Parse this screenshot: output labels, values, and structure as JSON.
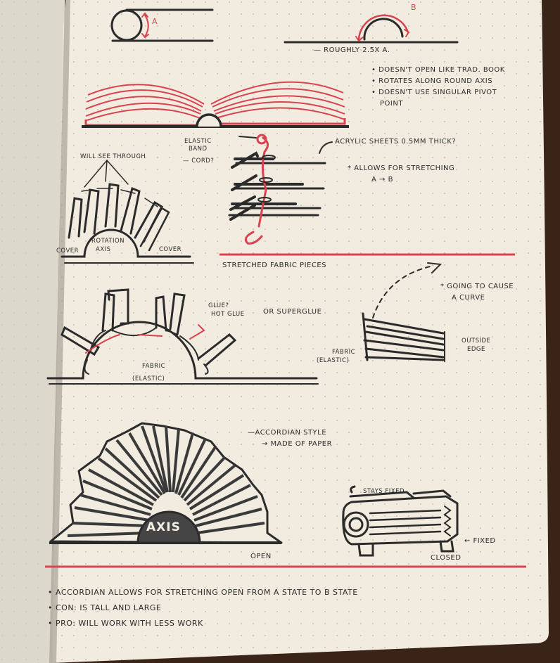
{
  "sketches": {
    "arch_a_label": "A",
    "arch_b_label": "B",
    "roughly_label": "— Roughly 2.5x A.",
    "book_notes": [
      "• Doesn't open like trad. book",
      "• Rotates along round axis",
      "• Doesn't use singular pivot",
      "point"
    ],
    "elastic_band_label": [
      "Elastic",
      "band"
    ],
    "cord_label": "— cord?",
    "acrylic_label": "Acrylic sheets 0.5mm thick?",
    "stretching_note": [
      "* Allows for stretching",
      "A → B"
    ],
    "will_see_through_label": "Will see through",
    "rotation_axis_label": [
      "Rotation",
      "Axis"
    ],
    "cover_left_label": "Cover",
    "cover_right_label": "Cover",
    "stretched_fabric_title": "Stretched Fabric Pieces",
    "glue_label": [
      "Glue?",
      "Hot glue"
    ],
    "superglue_label": "or Superglue",
    "fabric_elastic_label": [
      "Fabric",
      "(Elastic)"
    ],
    "fabric_elastic_right_label": [
      "Fabric",
      "(Elastic)"
    ],
    "curve_note": [
      "* Going to cause",
      "a curve"
    ],
    "outside_edge_label": [
      "Outside",
      "edge"
    ],
    "accordion_style_label": [
      "—Accordian style",
      "→ made of paper"
    ],
    "axis_label": "Axis",
    "open_label": "Open",
    "stays_fixed_label": "Stays fixed",
    "fixed_label": "← Fixed",
    "closed_label": "Closed",
    "summary_notes": [
      "• Accordian allows for stretching open from A state to B state",
      "• Con: is tall and large",
      "• Pro: will work with less work"
    ]
  },
  "colors": {
    "paper": "#f1ecdf",
    "ink": "#2b2b2b",
    "red_ink": "#d9434f",
    "table": "#3a2417"
  }
}
